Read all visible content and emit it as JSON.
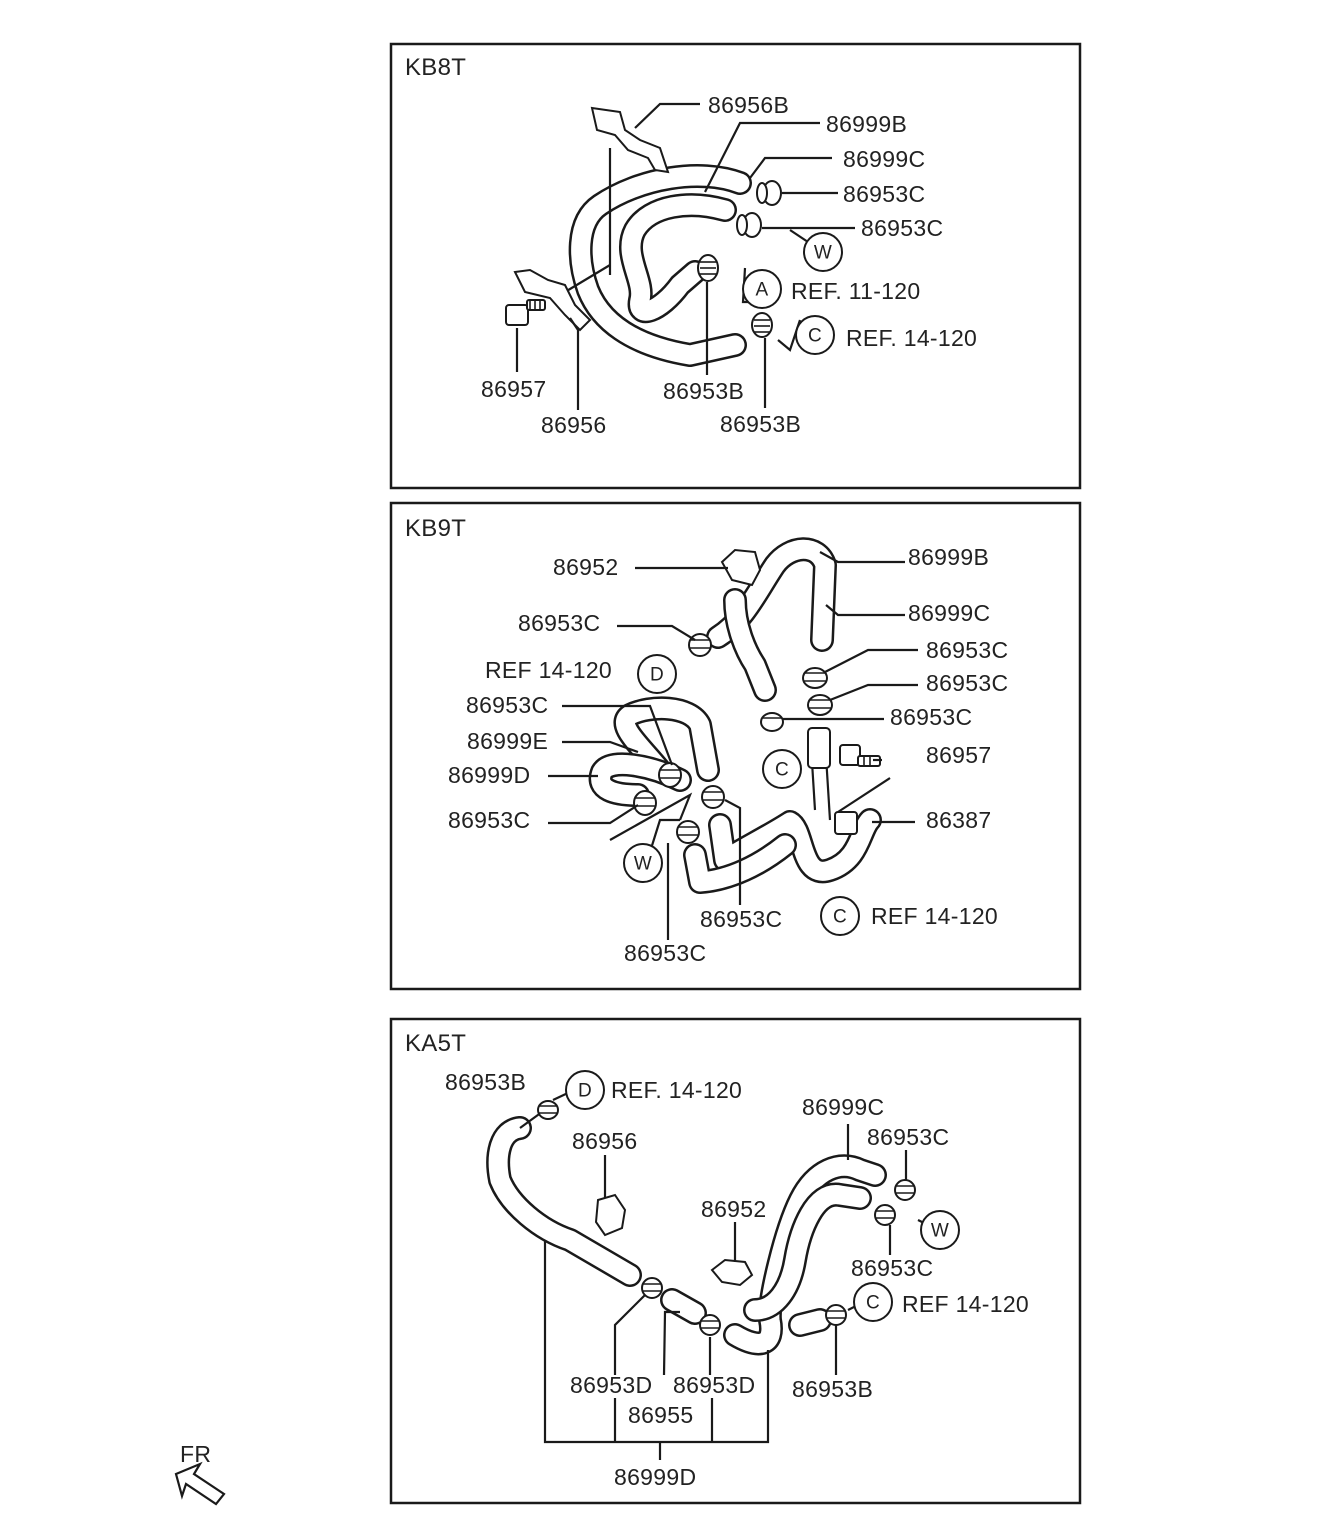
{
  "panels": [
    {
      "id": "kb8t",
      "title": "KB8T",
      "labels": {
        "p86956B": "86956B",
        "p86999B": "86999B",
        "p86999C": "86999C",
        "p86953C_a": "86953C",
        "p86953C_b": "86953C",
        "refA": "REF. 11-120",
        "refC": "REF. 14-120",
        "p86957": "86957",
        "p86956": "86956",
        "p86953B_a": "86953B",
        "p86953B_b": "86953B"
      },
      "circles": {
        "w": "W",
        "a": "A",
        "c": "C"
      }
    },
    {
      "id": "kb9t",
      "title": "KB9T",
      "labels": {
        "p86952": "86952",
        "p86999B": "86999B",
        "p86999C": "86999C",
        "p86953C_left1": "86953C",
        "refD": "REF  14-120",
        "p86953C_r1": "86953C",
        "p86953C_r2": "86953C",
        "p86953C_r3": "86953C",
        "p86953C_left2": "86953C",
        "p86999E": "86999E",
        "p86999D": "86999D",
        "p86957": "86957",
        "p86953C_left3": "86953C",
        "p86387": "86387",
        "p86953C_bot1": "86953C",
        "refC": "REF  14-120",
        "p86953C_bot2": "86953C"
      },
      "circles": {
        "d": "D",
        "c1": "C",
        "w": "W",
        "c2": "C"
      }
    },
    {
      "id": "ka5t",
      "title": "KA5T",
      "labels": {
        "p86953B_top": "86953B",
        "refD": "REF. 14-120",
        "p86999C": "86999C",
        "p86956": "86956",
        "p86953C_a": "86953C",
        "p86952": "86952",
        "p86953C_b": "86953C",
        "refC": "REF  14-120",
        "p86953D_a": "86953D",
        "p86953D_b": "86953D",
        "p86953B_bot": "86953B",
        "p86955": "86955",
        "p86999D": "86999D"
      },
      "circles": {
        "d": "D",
        "w": "W",
        "c": "C"
      }
    }
  ],
  "orientation": {
    "label": "FR"
  }
}
